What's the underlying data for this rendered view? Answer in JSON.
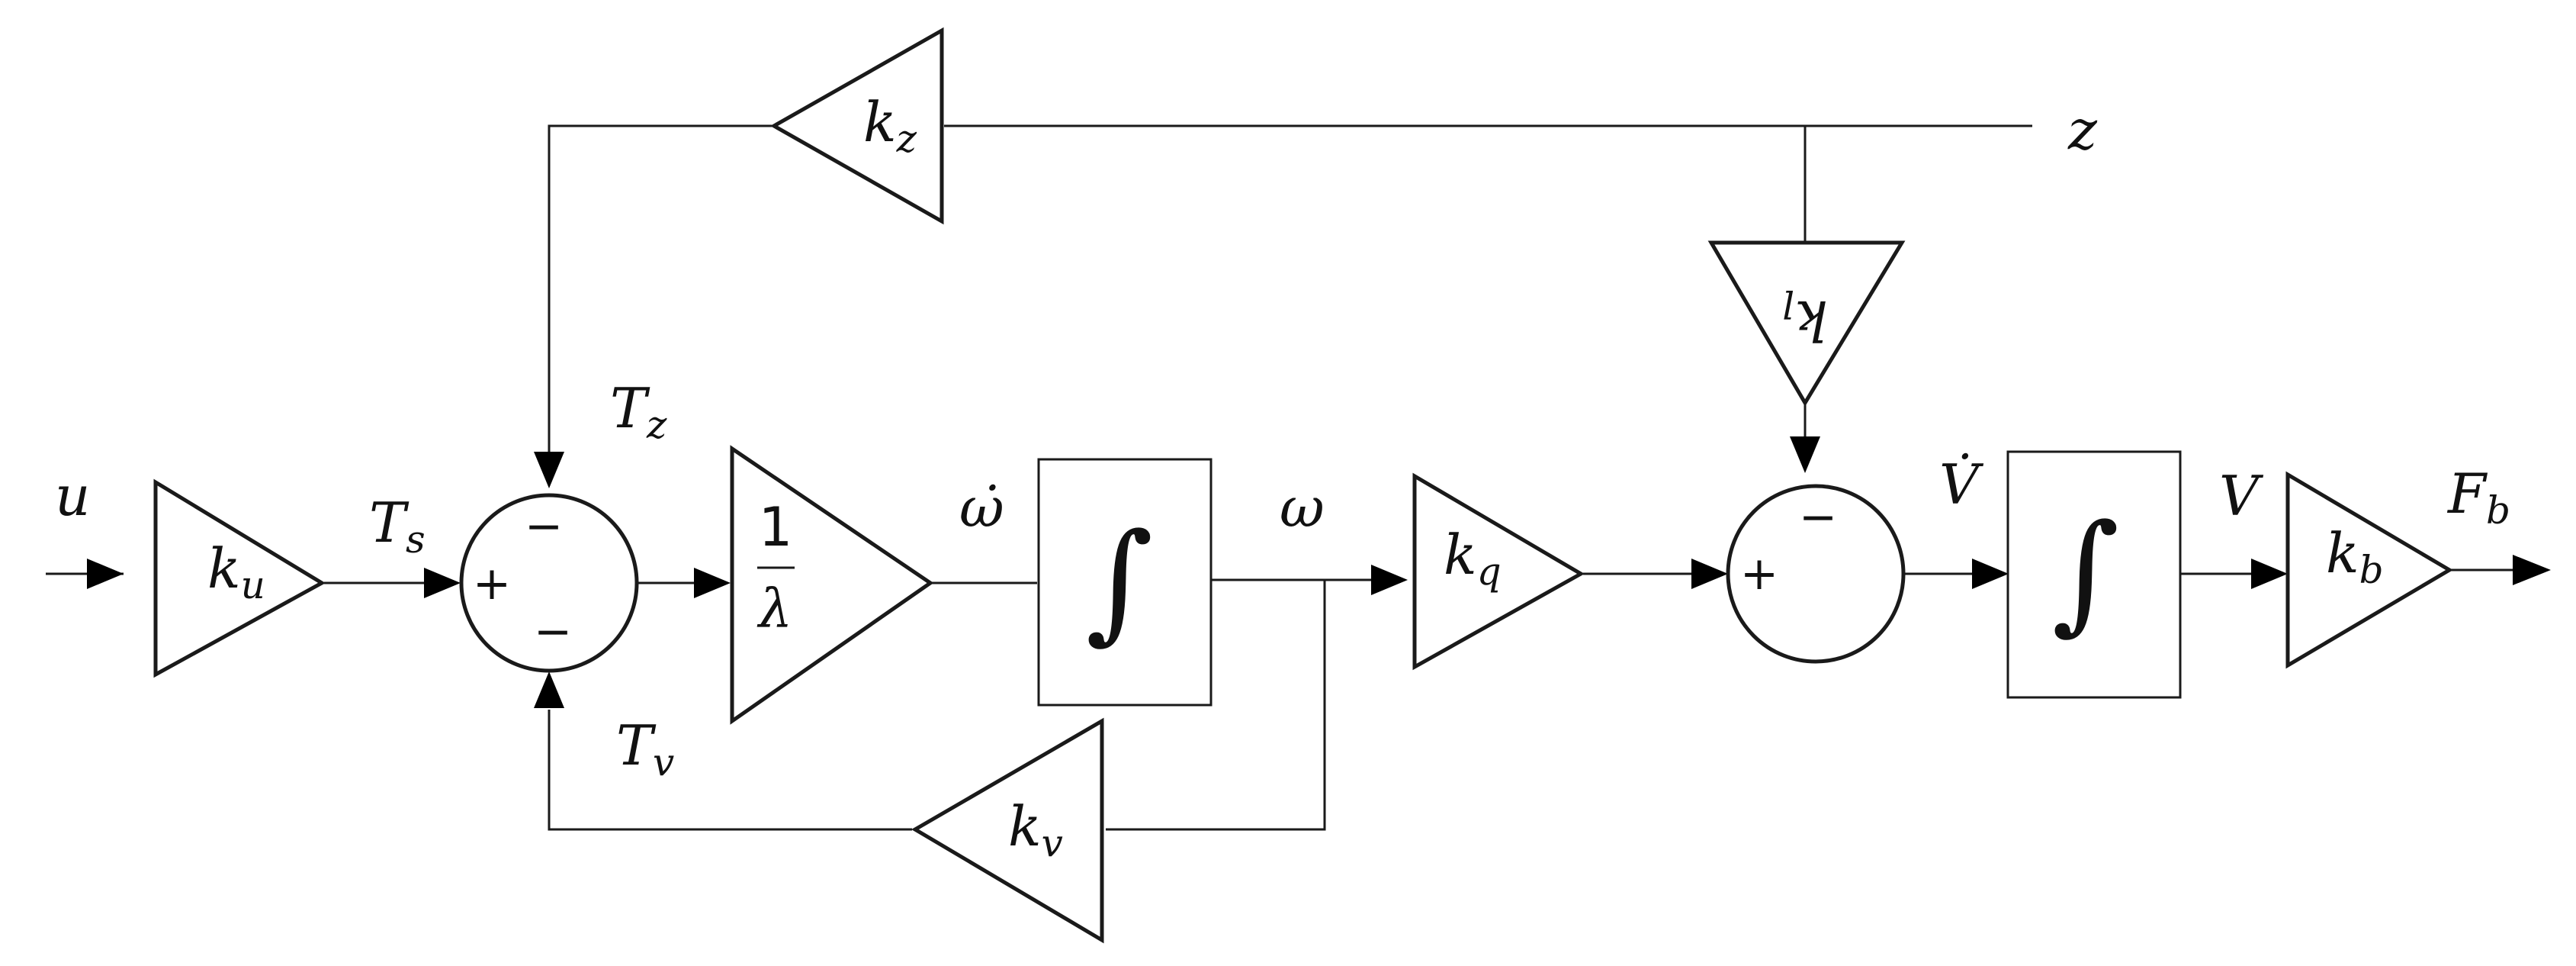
{
  "signals": {
    "u": "u",
    "ts": "T",
    "ts_sub": "s",
    "tz": "T",
    "tz_sub": "z",
    "tv": "T",
    "tv_sub": "v",
    "omega_dot": "ω̇",
    "omega": "ω",
    "v_dot": "V̇",
    "v": "V",
    "z": "z",
    "fb": "F",
    "fb_sub": "b"
  },
  "gains": {
    "ku": "k",
    "ku_sub": "u",
    "kz": "k",
    "kz_sub": "z",
    "kv": "k",
    "kv_sub": "v",
    "kq": "k",
    "kq_sub": "q",
    "kl": "k",
    "kl_sub": "l",
    "kb": "k",
    "kb_sub": "b",
    "lambda_num": "1",
    "lambda_den": "λ"
  },
  "integrators": {
    "symbol": "∫"
  },
  "summing_junctions": {
    "sum1": {
      "plus": "+",
      "minus_top": "−",
      "minus_bottom": "−"
    },
    "sum2": {
      "plus": "+",
      "minus_top": "−"
    }
  }
}
